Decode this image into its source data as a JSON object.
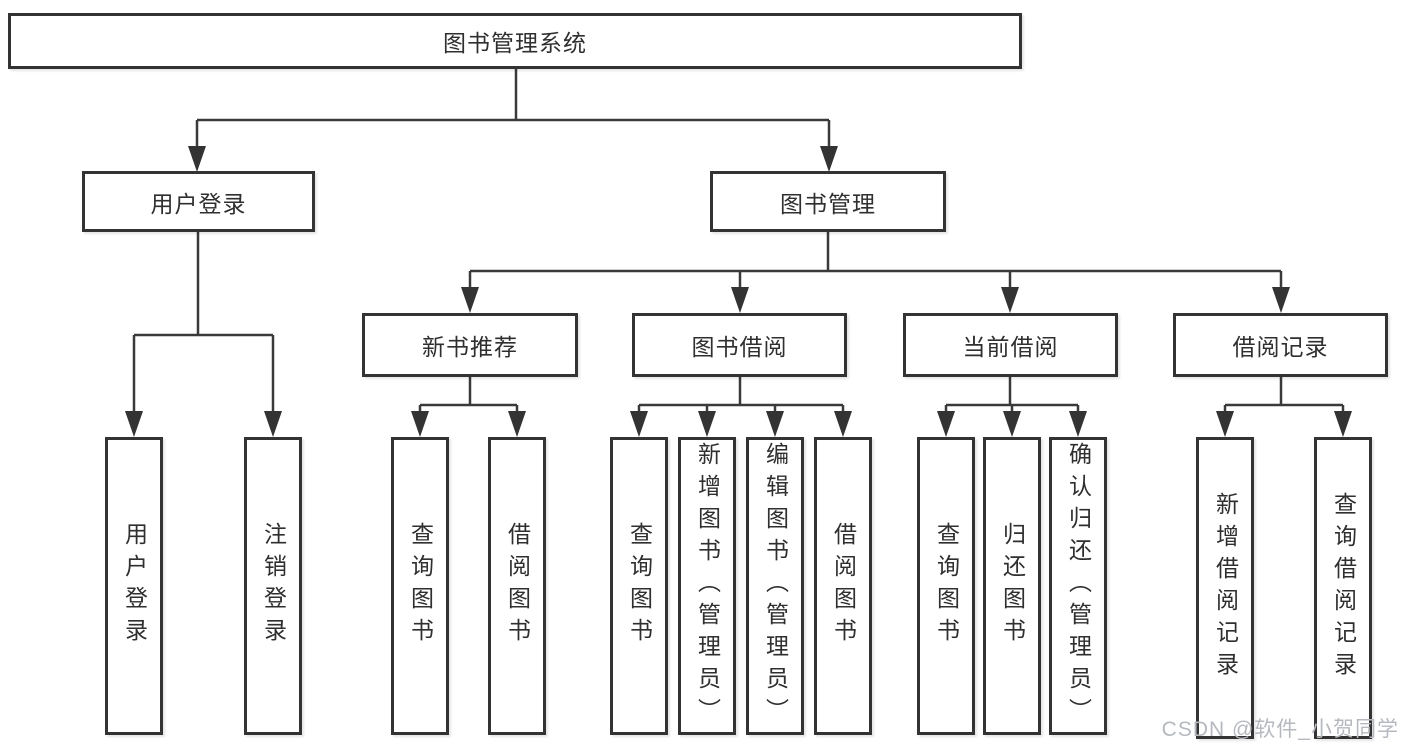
{
  "diagram": {
    "root": "图书管理系统",
    "branches": {
      "user_login": "用户登录",
      "book_management": "图书管理"
    },
    "user_login_children": [
      "用户登录",
      "注销登录"
    ],
    "book_management_children": [
      "新书推荐",
      "图书借阅",
      "当前借阅",
      "借阅记录"
    ],
    "new_book_children": [
      "查询图书",
      "借阅图书"
    ],
    "book_borrow_children": [
      "查询图书",
      "新增图书（管理员）",
      "编辑图书（管理员）",
      "借阅图书"
    ],
    "current_borrow_children": [
      "查询图书",
      "归还图书",
      "确认归还（管理员）"
    ],
    "borrow_record_children": [
      "新增借阅记录",
      "查询借阅记录"
    ]
  },
  "watermark": "CSDN @软件_小贺同学",
  "colors": {
    "line": "#3a3a3a",
    "box_border": "#333333",
    "box_fill": "#ffffff",
    "text": "#2f2f2f",
    "watermark": "#b5b9bf"
  }
}
